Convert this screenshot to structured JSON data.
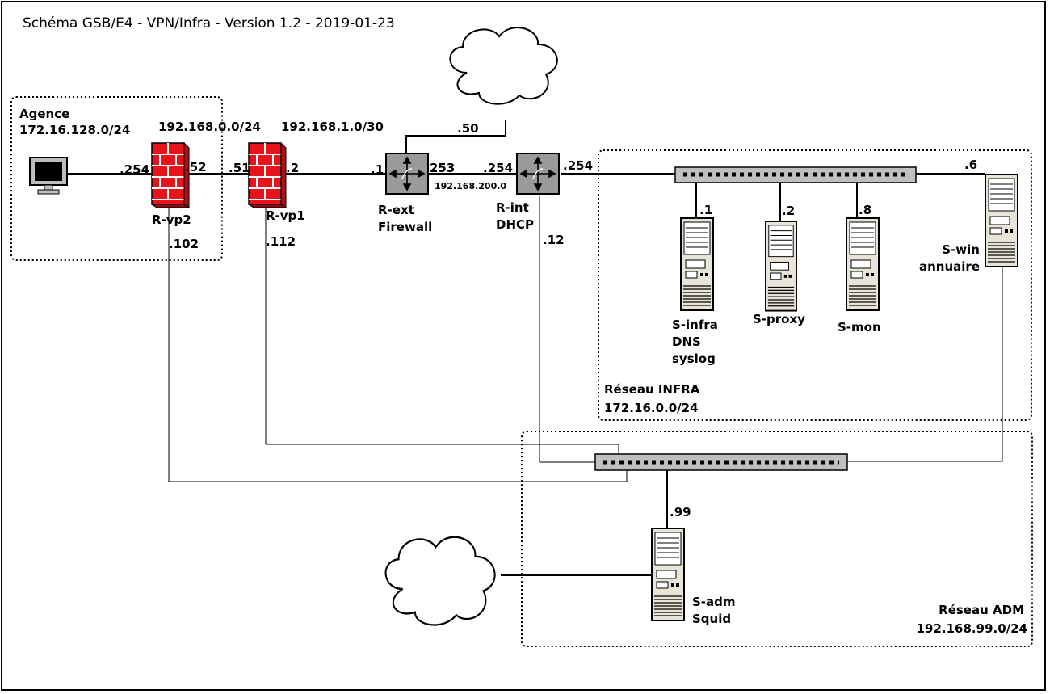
{
  "title": "Schéma GSB/E4 - VPN/Infra - Version 1.2 - 2019-01-23",
  "zones": {
    "agence": {
      "name": "Agence",
      "subnet": "172.16.128.0/24"
    },
    "infra": {
      "name": "Réseau INFRA",
      "subnet": "172.16.0.0/24"
    },
    "adm": {
      "name": "Réseau ADM",
      "subnet": "192.168.99.0/24"
    }
  },
  "networks": {
    "vpn_link": "192.168.0.0/24",
    "wan_link": "192.168.1.0/30",
    "core_link": "192.168.200.0"
  },
  "devices": {
    "rvp2": {
      "name": "R-vp2"
    },
    "rvp1": {
      "name": "R-vp1"
    },
    "rext": {
      "name": "R-ext",
      "role": "Firewall"
    },
    "rint": {
      "name": "R-int",
      "role": "DHCP"
    },
    "sinfra": {
      "name": "S-infra",
      "role1": "DNS",
      "role2": "syslog"
    },
    "sproxy": {
      "name": "S-proxy"
    },
    "smon": {
      "name": "S-mon"
    },
    "swin": {
      "name": "S-win",
      "role": "annuaire"
    },
    "sadm": {
      "name": "S-adm",
      "role": "Squid"
    }
  },
  "addresses": {
    "agence_pc_gw": ".254",
    "rvp2_lan": ".52",
    "rvp1_lan": ".51",
    "rvp1_wan": ".2",
    "rext_wan": ".1",
    "rext_cloud": ".50",
    "rext_core": "253",
    "rint_core": ".254",
    "rint_infra": ".254",
    "rint_adm": ".12",
    "rvp2_adm": ".102",
    "rvp1_adm": ".112",
    "sinfra_ip": ".1",
    "sproxy_ip": ".2",
    "smon_ip": ".8",
    "swin_ip": ".6",
    "sadm_ip": ".99"
  },
  "colors": {
    "firewall": "#e8141b",
    "router": "#9a9a9a",
    "switch": "#c0c0c0",
    "server": "#e8e4d8",
    "line": "#000000"
  }
}
